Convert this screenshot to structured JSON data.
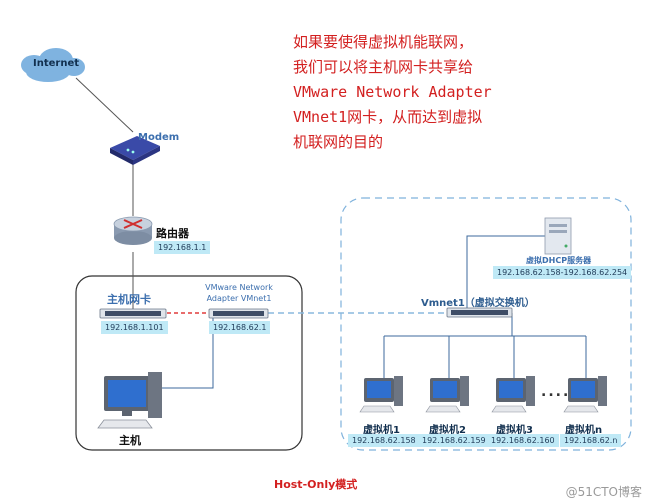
{
  "nodes": {
    "internet": "Internet",
    "modem": "Modem",
    "router": "路由器",
    "router_ip": "192.168.1.1",
    "host_nic": "主机网卡",
    "host_nic_ip": "192.168.1.101",
    "vmnet1_adapter_line1": "VMware Network",
    "vmnet1_adapter_line2": "Adapter VMnet1",
    "vmnet1_adapter_ip": "192.168.62.1",
    "host": "主机",
    "vmnet1_switch": "Vmnet1（虚拟交换机）",
    "dhcp": "虚拟DHCP服务器",
    "dhcp_range": "192.168.62.158-192.168.62.254",
    "vm_ellipsis": "....",
    "vms": [
      {
        "label": "虚拟机1",
        "ip": "192.168.62.158"
      },
      {
        "label": "虚拟机2",
        "ip": "192.168.62.159"
      },
      {
        "label": "虚拟机3",
        "ip": "192.168.62.160"
      },
      {
        "label": "虚拟机n",
        "ip": "192.168.62.n"
      }
    ]
  },
  "note": {
    "lines": [
      "如果要使得虚拟机能联网，",
      "我们可以将主机网卡共享给",
      "VMware Network Adapter",
      "VMnet1网卡，从而达到虚拟",
      "机联网的目的"
    ]
  },
  "caption": "Host-Only模式",
  "watermark": "@51CTO博客"
}
